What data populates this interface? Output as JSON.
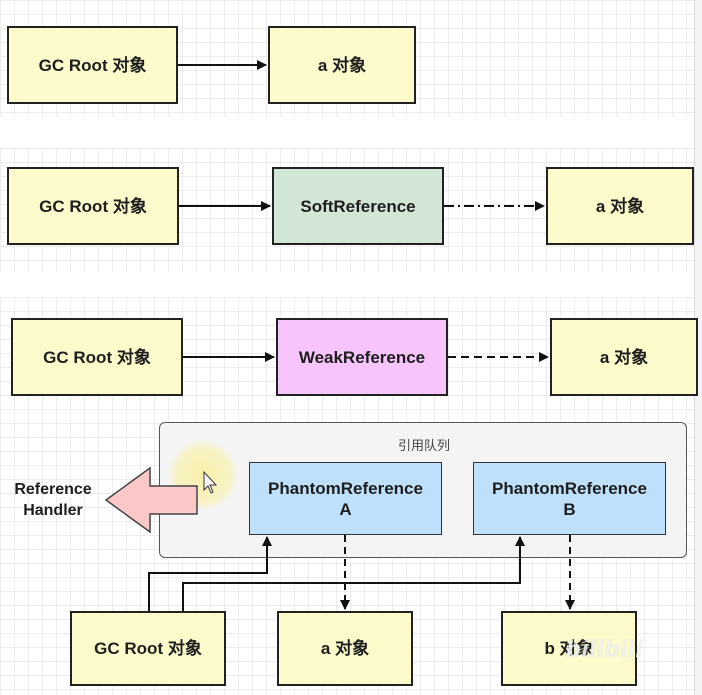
{
  "rows": {
    "strong": {
      "root": "GC Root 对象",
      "target": "a 对象"
    },
    "soft": {
      "root": "GC Root 对象",
      "ref": "SoftReference",
      "target": "a 对象"
    },
    "weak": {
      "root": "GC Root 对象",
      "ref": "WeakReference",
      "target": "a 对象"
    }
  },
  "phantom": {
    "queue_label": "引用队列",
    "handler_line1": "Reference",
    "handler_line2": "Handler",
    "ref_a_line1": "PhantomReference",
    "ref_a_line2": "A",
    "ref_b_line1": "PhantomReference",
    "ref_b_line2": "B",
    "root": "GC Root 对象",
    "target_a": "a 对象",
    "target_b": "b 对象"
  },
  "watermark": "bilibili",
  "colors": {
    "object_fill": "#fdfbcc",
    "soft_fill": "#d1e6d4",
    "weak_fill": "#f7c5fb",
    "phantom_fill": "#bfe0fb",
    "handler_arrow_fill": "#fbc8c8"
  }
}
